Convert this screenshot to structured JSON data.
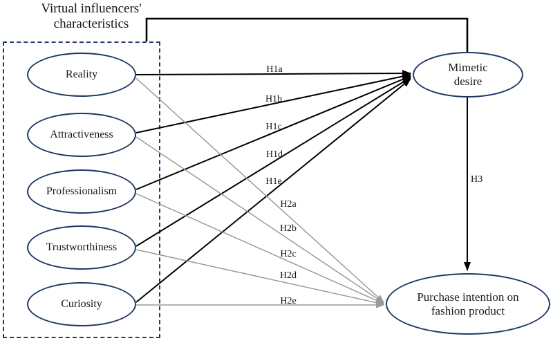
{
  "title": "Virtual influencers' characteristics",
  "nodes": {
    "predictors": [
      "Reality",
      "Attractiveness",
      "Professionalism",
      "Trustworthiness",
      "Curiosity"
    ],
    "mediator": "Mimetic desire",
    "outcome": "Purchase intention on fashion product"
  },
  "paths": {
    "h1": [
      "H1a",
      "H1b",
      "H1c",
      "H1d",
      "H1e"
    ],
    "h2": [
      "H2a",
      "H2b",
      "H2c",
      "H2d",
      "H2e"
    ],
    "h3": "H3"
  },
  "colors": {
    "node_border": "#1f3864",
    "box_border": "#22376b",
    "h1_line": "#000000",
    "h2_line": "#9a9a9a",
    "connector_line": "#000000",
    "text": "#141414"
  }
}
